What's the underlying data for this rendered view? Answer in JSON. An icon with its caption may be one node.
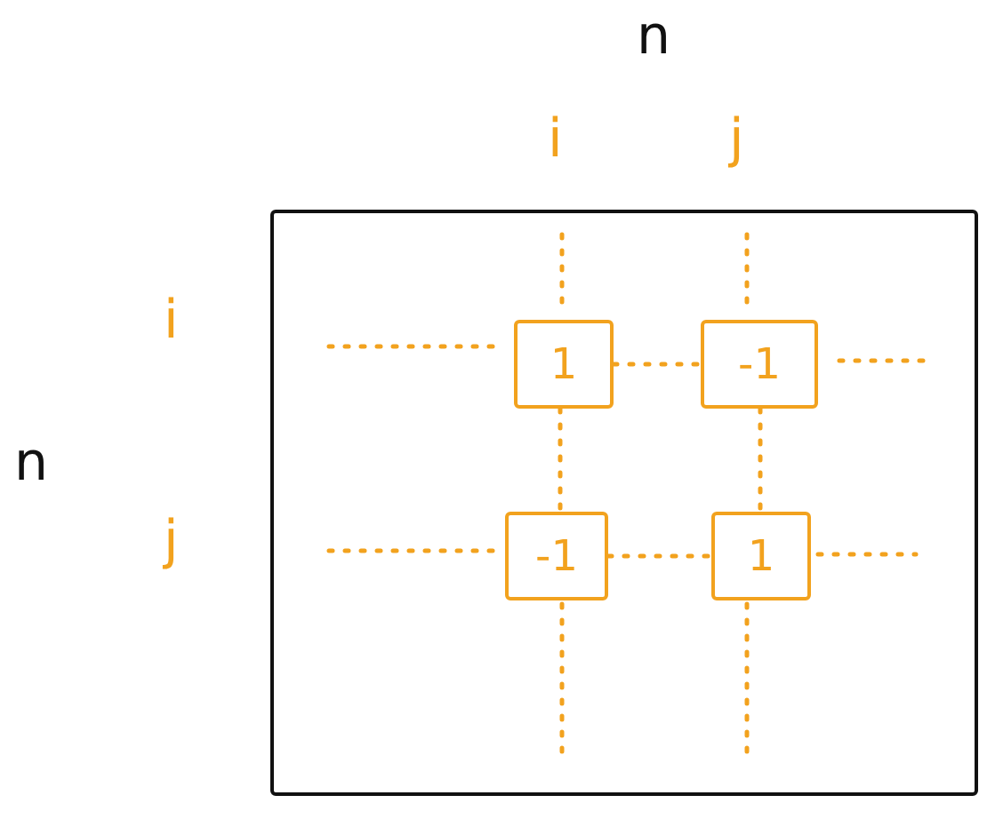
{
  "diagram": {
    "nodes": [
      {
        "text": [],
        "shape": "box"
      },
      {
        "text": [
          "1"
        ],
        "in": 0
      },
      {
        "text": [
          "-1"
        ],
        "in": 0
      },
      {
        "text": [
          "-1"
        ],
        "in": 0
      },
      {
        "text": [
          "1"
        ],
        "in": 0
      }
    ],
    "edges": [
      {
        "from": 1,
        "to": 2,
        "arrow": "none",
        "style": "dashed"
      },
      {
        "from": 1,
        "to": 3,
        "arrow": "none",
        "style": "dashed"
      },
      {
        "from": 2,
        "to": 4,
        "arrow": "none",
        "style": "dashed"
      },
      {
        "from": 3,
        "to": 4,
        "arrow": "none",
        "style": "dashed"
      }
    ],
    "labels": [
      "n",
      "i",
      "j",
      "i",
      "n",
      "j"
    ]
  }
}
